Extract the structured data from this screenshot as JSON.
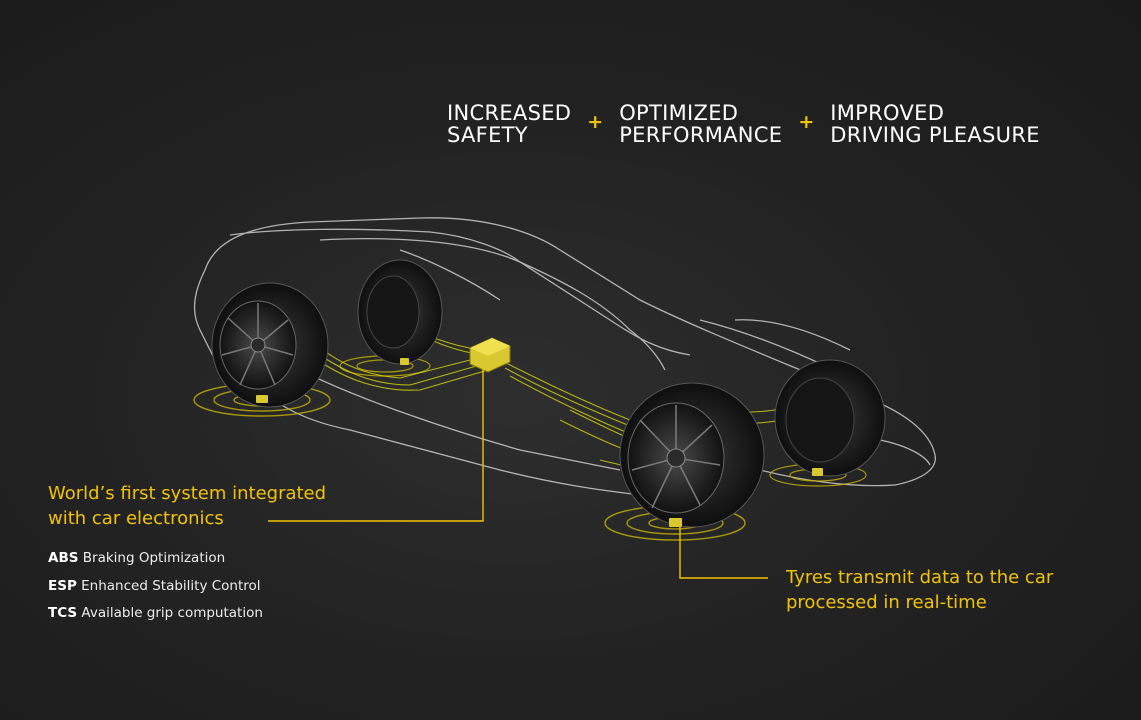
{
  "headline": {
    "benefits": [
      {
        "line1": "INCREASED",
        "line2": "SAFETY"
      },
      {
        "line1": "OPTIMIZED",
        "line2": "PERFORMANCE"
      },
      {
        "line1": "IMPROVED",
        "line2": "DRIVING PLEASURE"
      }
    ],
    "separator": "+"
  },
  "callout_left": {
    "title_line1": "World’s first system integrated",
    "title_line2": "with car electronics",
    "features": [
      {
        "abbr": "ABS",
        "text": "Braking Optimization"
      },
      {
        "abbr": "ESP",
        "text": "Enhanced Stability Control"
      },
      {
        "abbr": "TCS",
        "text": "Available grip computation"
      }
    ]
  },
  "callout_right": {
    "title_line1": "Tyres transmit data to the car",
    "title_line2": "processed in real-time"
  },
  "colors": {
    "background": "#1f1f1f",
    "accent": "#f2c400",
    "car_outline": "#d6d6d6",
    "data_stream": "#e6e300"
  }
}
